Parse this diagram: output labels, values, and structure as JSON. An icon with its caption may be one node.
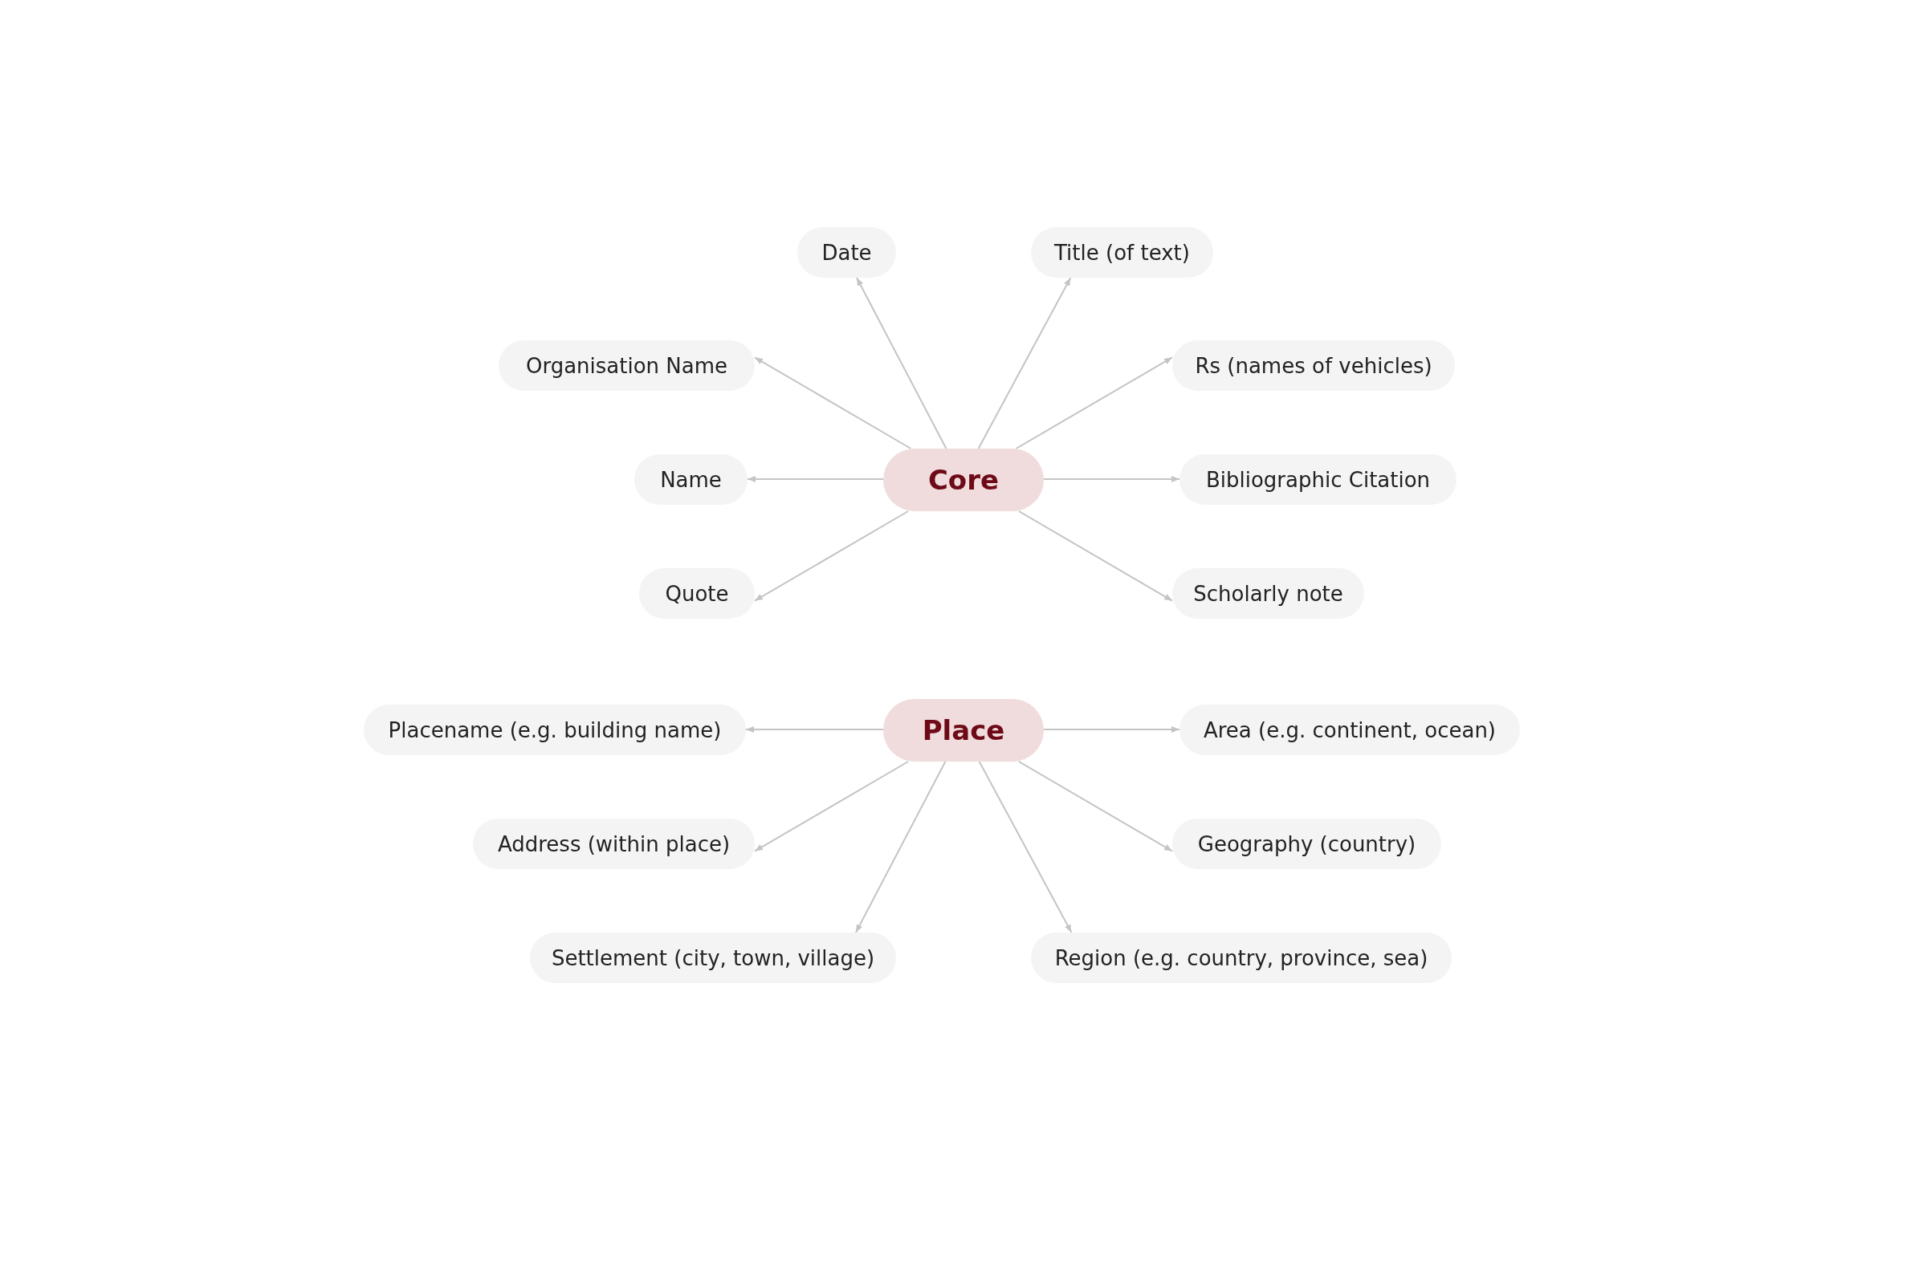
{
  "diagram": {
    "nodes": [
      {
        "text": [
          "Date"
        ]
      },
      {
        "text": [
          "Title (of text)"
        ]
      },
      {
        "text": [
          "Organisation Name"
        ]
      },
      {
        "text": [
          "Rs (names of vehicles)"
        ]
      },
      {
        "text": [
          "Name"
        ]
      },
      {
        "text": [
          "Core"
        ]
      },
      {
        "text": [
          "Bibliographic Citation"
        ]
      },
      {
        "text": [
          "Quote"
        ]
      },
      {
        "text": [
          "Scholarly note"
        ]
      },
      {
        "text": [
          "Placename (e.g. building name)"
        ]
      },
      {
        "text": [
          "Place"
        ]
      },
      {
        "text": [
          "Area (e.g. continent, ocean)"
        ]
      },
      {
        "text": [
          "Address (within place)"
        ]
      },
      {
        "text": [
          "Geography (country)"
        ]
      },
      {
        "text": [
          "Settlement (city, town, village)"
        ]
      },
      {
        "text": [
          "Region (e.g. country, province, sea)"
        ]
      }
    ],
    "edges": [
      {
        "from": 5,
        "to": 0,
        "arrow": "to"
      },
      {
        "from": 5,
        "to": 1,
        "arrow": "to"
      },
      {
        "from": 5,
        "to": 2,
        "arrow": "to"
      },
      {
        "from": 5,
        "to": 3,
        "arrow": "to"
      },
      {
        "from": 5,
        "to": 4,
        "arrow": "to"
      },
      {
        "from": 5,
        "to": 6,
        "arrow": "to"
      },
      {
        "from": 5,
        "to": 7,
        "arrow": "to"
      },
      {
        "from": 5,
        "to": 8,
        "arrow": "to"
      },
      {
        "from": 10,
        "to": 9,
        "arrow": "to"
      },
      {
        "from": 10,
        "to": 11,
        "arrow": "to"
      },
      {
        "from": 10,
        "to": 12,
        "arrow": "to"
      },
      {
        "from": 10,
        "to": 13,
        "arrow": "to"
      },
      {
        "from": 10,
        "to": 14,
        "arrow": "to"
      },
      {
        "from": 10,
        "to": 15,
        "arrow": "to"
      }
    ]
  }
}
